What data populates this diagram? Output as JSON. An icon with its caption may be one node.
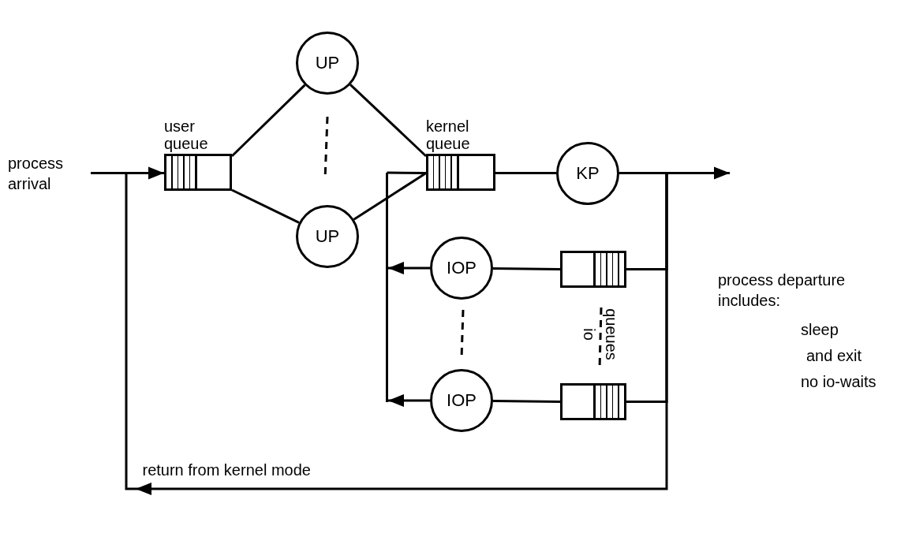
{
  "diagram": {
    "nodes": [
      {
        "text": [
          "process arrival"
        ]
      },
      {
        "text": [
          "user queue"
        ]
      },
      {
        "text": [
          "UP"
        ]
      },
      {
        "text": [
          "UP"
        ]
      },
      {
        "text": [
          "kernel queue"
        ]
      },
      {
        "text": [
          "KP"
        ]
      },
      {
        "text": [
          "IOP"
        ]
      },
      {
        "text": [],
        "shape": "box"
      },
      {
        "text": [
          "IOP"
        ]
      },
      {
        "text": [],
        "shape": "box"
      },
      {
        "text": [],
        "shape": "bar"
      }
    ],
    "edges": [
      {
        "from": 0,
        "to": 1,
        "arrow": "to"
      },
      {
        "from": 1,
        "to": 2,
        "arrow": "none"
      },
      {
        "from": 1,
        "to": 3,
        "arrow": "none"
      },
      {
        "from": 2,
        "to": 4,
        "arrow": "none"
      },
      {
        "from": 3,
        "to": 4,
        "arrow": "none"
      },
      {
        "from": 4,
        "to": 5,
        "arrow": "none"
      },
      {
        "from": 5,
        "to": null,
        "arrow": "to"
      },
      {
        "from": 5,
        "to": 1,
        "arrow": "to",
        "label": "return from kernel mode"
      },
      {
        "from": 5,
        "to": 7,
        "arrow": "none"
      },
      {
        "from": 5,
        "to": 9,
        "arrow": "none"
      },
      {
        "from": 7,
        "to": 6,
        "arrow": "none"
      },
      {
        "from": 9,
        "to": 8,
        "arrow": "none"
      },
      {
        "from": 6,
        "to": 10,
        "arrow": "to"
      },
      {
        "from": 8,
        "to": 10,
        "arrow": "to"
      },
      {
        "from": 10,
        "to": 4,
        "arrow": "none"
      }
    ],
    "labels": [
      "process departure includes:",
      "sleep",
      "and exit",
      "no  io-waits",
      "io",
      "queues"
    ]
  }
}
